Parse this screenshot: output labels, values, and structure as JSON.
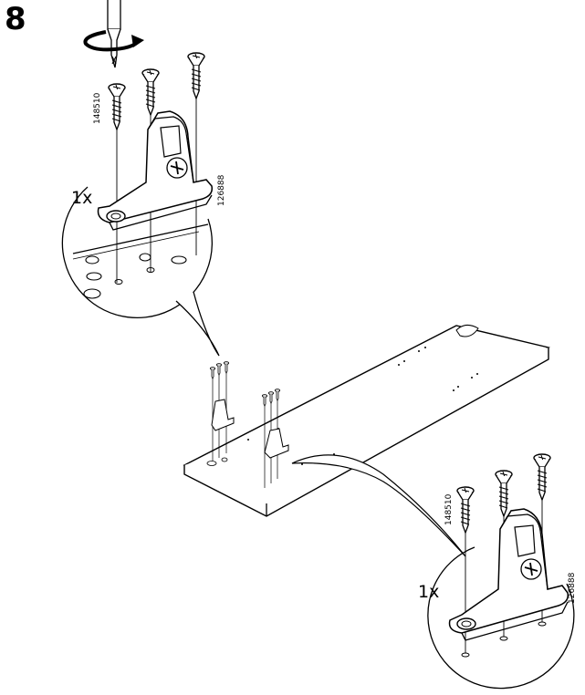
{
  "step": {
    "number": "8"
  },
  "detail_top": {
    "quantity": "1x",
    "screw_part_no": "148510",
    "bracket_part_no": "126888"
  },
  "detail_bottom": {
    "quantity": "1x",
    "screw_part_no": "148510",
    "bracket_part_no": "126888"
  },
  "icons": [
    "screwdriver-icon",
    "rotation-arrow-icon",
    "screw-icon",
    "corner-bracket-icon",
    "panel-board"
  ]
}
